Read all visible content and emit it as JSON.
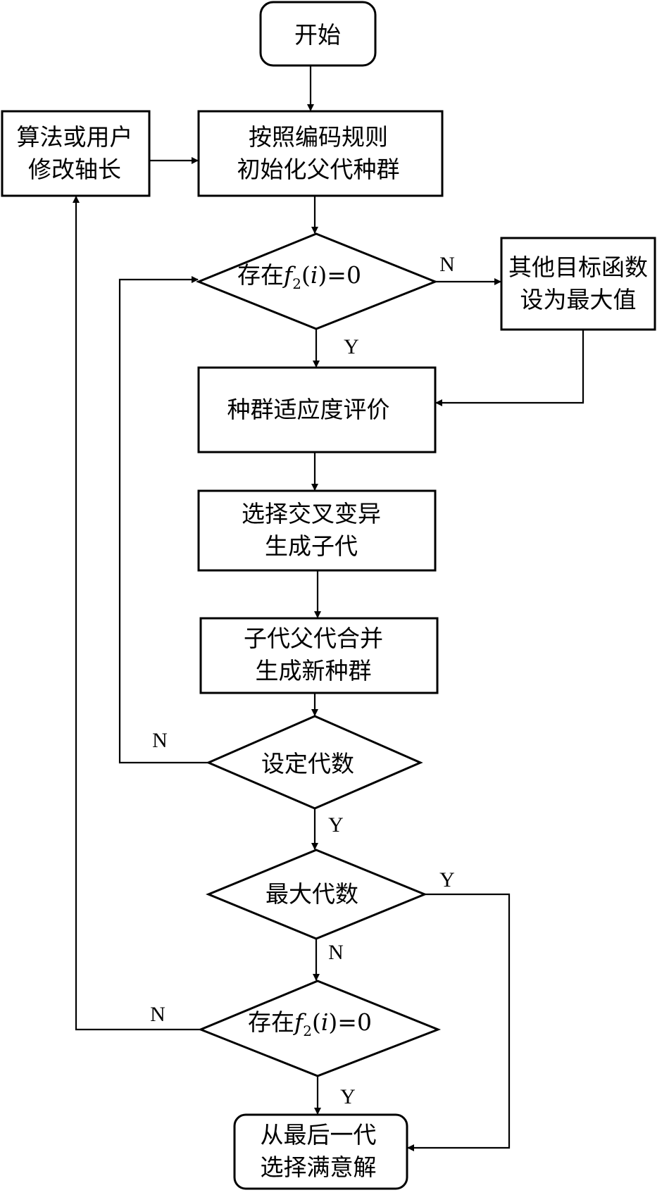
{
  "nodes": {
    "start": "开始",
    "init_line1": "按照编码规则",
    "init_line2": "初始化父代种群",
    "modify_line1": "算法或用户",
    "modify_line2": "修改轴长",
    "check1_prefix": "存在",
    "check1_f": "f",
    "check1_sub": "2",
    "check1_open": "(",
    "check1_i": "i",
    "check1_rest": ")=0",
    "other_line1": "其他目标函数",
    "other_line2": "设为最大值",
    "eval": "种群适应度评价",
    "select_line1": "选择交叉变异",
    "select_line2": "生成子代",
    "merge_line1": "子代父代合并",
    "merge_line2": "生成新种群",
    "setgen": "设定代数",
    "maxgen": "最大代数",
    "check2_prefix": "存在",
    "check2_f": "f",
    "check2_sub": "2",
    "check2_open": "(",
    "check2_i": "i",
    "check2_rest": ")=0",
    "end_line1": "从最后一代",
    "end_line2": "选择满意解"
  },
  "edge_labels": {
    "check1_no": "N",
    "check1_yes": "Y",
    "setgen_no": "N",
    "setgen_yes": "Y",
    "maxgen_yes": "Y",
    "maxgen_no": "N",
    "check2_no": "N",
    "check2_yes": "Y"
  }
}
